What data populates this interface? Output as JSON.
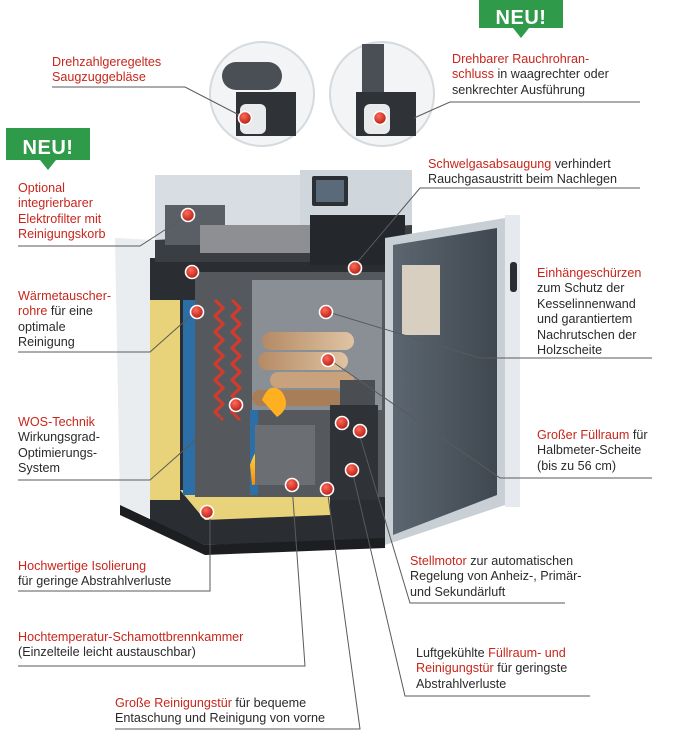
{
  "badges": {
    "top": "NEU!",
    "left": "NEU!"
  },
  "labels": {
    "saugzug": {
      "red": "Drehzahlgeregeltes Saugzuggebläse"
    },
    "rauchrohr": {
      "red1": "Drehbarer Rauchrohran-",
      "red2": "schluss",
      "rest2": "in waagrechter oder",
      "rest3": "senkrechter Ausführung"
    },
    "elektrofilter": {
      "red": [
        "Optional",
        "integrierbarer",
        "Elektrofilter mit",
        "Reinigungskorb"
      ]
    },
    "schwelgas": {
      "red": "Schwelgasabsaugung",
      "rest1": "verhindert",
      "rest2": "Rauchgasaustritt beim Nachlegen"
    },
    "waermetauscher": {
      "red1": "Wärmetauscher-",
      "red2": "rohre",
      "rest2": "für eine",
      "rest3": "optimale",
      "rest4": "Reinigung"
    },
    "einhaenge": {
      "red": "Einhängeschürzen",
      "rest": [
        "zum Schutz der",
        "Kesselinnenwand",
        "und garantiertem",
        "Nachrutschen der",
        "Holzscheite"
      ]
    },
    "wos": {
      "red": "WOS-Technik",
      "rest": [
        "Wirkungsgrad-",
        "Optimierungs-",
        "System"
      ]
    },
    "fuellraum": {
      "red": "Großer Füllraum",
      "rest1": "für",
      "rest2": "Halbmeter-Scheite",
      "rest3": "(bis zu 56 cm)"
    },
    "stellmotor": {
      "red": "Stellmotor",
      "rest1": "zur automatischen",
      "rest2": "Regelung von Anheiz-, Primär-",
      "rest3": "und Sekundärluft"
    },
    "isolierung": {
      "red": "Hochwertige Isolierung",
      "rest": "für geringe Abstrahlverluste"
    },
    "brennkammer": {
      "red": "Hochtemperatur-Schamottbrennkammer",
      "rest": "(Einzelteile leicht austauschbar)"
    },
    "luftgekuehlt": {
      "pre": "Luftgekühlte",
      "red1": "Füllraum- und",
      "red2": "Reinigungstür",
      "rest2": "für geringste",
      "rest3": "Abstrahlverluste"
    },
    "reinigungstuer": {
      "red": "Große Reinigungstür",
      "rest1": "für bequeme",
      "rest2": "Entaschung und Reinigung von vorne"
    }
  },
  "colors": {
    "accent_red": "#c8261c",
    "badge_green": "#2e9a4a",
    "dot_red": "#d9261c"
  }
}
